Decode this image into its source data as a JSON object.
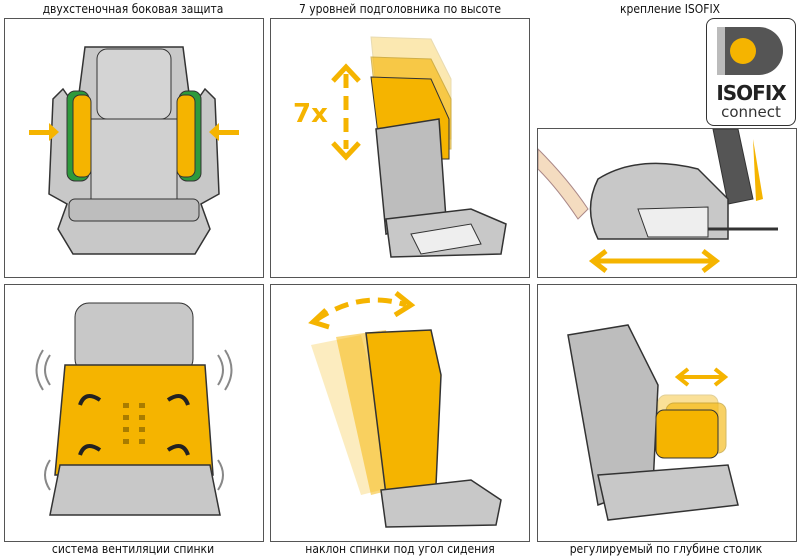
{
  "captions": {
    "side_protection": "двухстеночная боковая защита",
    "headrest_levels": "7 уровней подголовника по высоте",
    "isofix": "крепление ISOFIX",
    "ventilation": "система вентиляции спинки",
    "recline": "наклон спинки под угол сидения",
    "table": "регулируемый по глубине столик"
  },
  "headrest_multiplier": "7x",
  "isofix_logo": {
    "line1": "ISOFIX",
    "line2": "connect"
  },
  "colors": {
    "accent": "#f5b400",
    "green": "#2e9a3c",
    "seat_gray": "#c8c8c8",
    "outline": "#333333"
  }
}
